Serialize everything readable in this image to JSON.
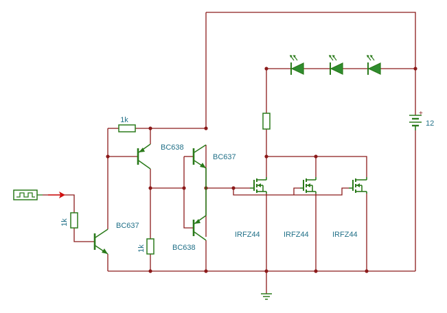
{
  "labels": {
    "r_top": "1k",
    "r_input": "1k",
    "r_bottom": "1k",
    "q_input": "BC637",
    "q_top_left": "BC638",
    "q_top_right": "BC637",
    "q_bottom_right": "BC638",
    "mosfet_1": "IRFZ44",
    "mosfet_2": "IRFZ44",
    "mosfet_3": "IRFZ44",
    "battery_value": "12",
    "battery_plus": "+"
  },
  "colors": {
    "wire": "#8b1a1a",
    "component": "#2a7a1a",
    "label": "#1f6f87",
    "signal_arrow": "#d01010"
  },
  "icons": {
    "signal_source": "square-wave-icon",
    "input_arrow": "arrow-right-icon",
    "battery": "battery-icon",
    "ground": "ground-icon",
    "led": "led-icon"
  }
}
